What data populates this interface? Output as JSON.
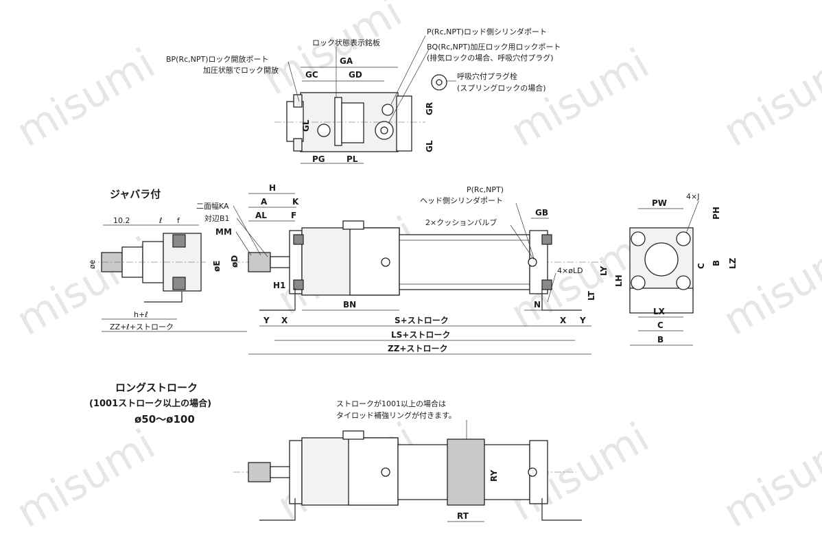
{
  "watermark": "misumi",
  "top_view": {
    "labels": {
      "p_port": "P(Rc,NPT)ロッド側シリンダポート",
      "lock_indicator": "ロック状態表示銘板",
      "bq_port": "BQ(Rc,NPT)加圧ロック用ロックポート",
      "bq_note": "(排気ロックの場合、呼吸穴付プラグ)",
      "bp_port": "BP(Rc,NPT)ロック開放ポート",
      "bp_note": "加圧状態でロック開放",
      "breather_plug": "呼吸穴付プラグ栓",
      "breather_note": "(スプリングロックの場合)"
    },
    "dims": {
      "ga": "GA",
      "gc": "GC",
      "gd": "GD",
      "gl_left": "GL",
      "gr": "GR",
      "gl_right": "GL",
      "pg": "PG",
      "pl": "PL"
    }
  },
  "bellows_view": {
    "title": "ジャバラ付",
    "dims": {
      "d102": "10.2",
      "l": "ℓ",
      "f": "f",
      "e": "øe",
      "hl": "h+ℓ",
      "zzl": "ZZ+ℓ+ストローク"
    }
  },
  "main_view": {
    "labels": {
      "ka": "二面幅KA",
      "b1": "対辺B1",
      "mm": "MM",
      "head_port_code": "P(Rc,NPT)",
      "head_port": "ヘッド側シリンダポート",
      "cushion": "2×クッションバルブ",
      "ld": "4×øLD"
    },
    "dims": {
      "h": "H",
      "a": "A",
      "k": "K",
      "al": "AL",
      "f": "F",
      "e": "øE",
      "d": "øD",
      "h1": "H1",
      "bn": "BN",
      "gb": "GB",
      "n": "N",
      "lt": "LT",
      "y1": "Y",
      "x1": "X",
      "s": "S+ストローク",
      "x2": "X",
      "y2": "Y",
      "ls": "LS+ストローク",
      "zz": "ZZ+ストローク"
    }
  },
  "side_view": {
    "dims": {
      "pw": "PW",
      "j": "4×J",
      "ph": "PH",
      "c": "C",
      "b": "B",
      "lz": "LZ",
      "ly": "LY",
      "lh": "LH",
      "lx": "LX",
      "c2": "C",
      "b2": "B"
    }
  },
  "long_stroke": {
    "title": "ロングストローク",
    "subtitle": "(1001ストローク以上の場合)",
    "range": "ø50〜ø100",
    "note1": "ストロークが1001以上の場合は",
    "note2": "タイロッド補強リングが付きます。",
    "dims": {
      "ry": "RY",
      "rt": "RT"
    }
  }
}
